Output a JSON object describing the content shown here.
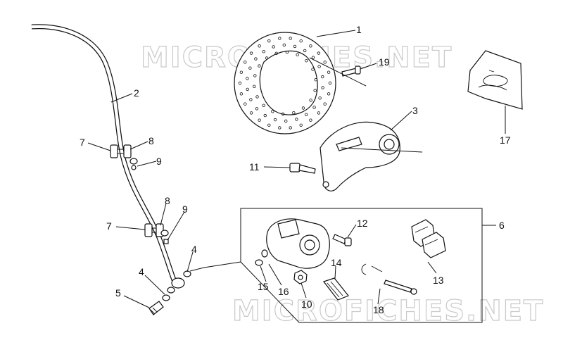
{
  "watermark": "MICROFICHES.NET",
  "labels": {
    "n1": "1",
    "n2": "2",
    "n3": "3",
    "n4a": "4",
    "n4b": "4",
    "n5": "5",
    "n6": "6",
    "n7a": "7",
    "n7b": "7",
    "n8a": "8",
    "n8b": "8",
    "n9a": "9",
    "n9b": "9",
    "n10": "10",
    "n11": "11",
    "n12": "12",
    "n13": "13",
    "n14": "14",
    "n15": "15",
    "n16": "16",
    "n17": "17",
    "n18": "18",
    "n19": "19"
  }
}
